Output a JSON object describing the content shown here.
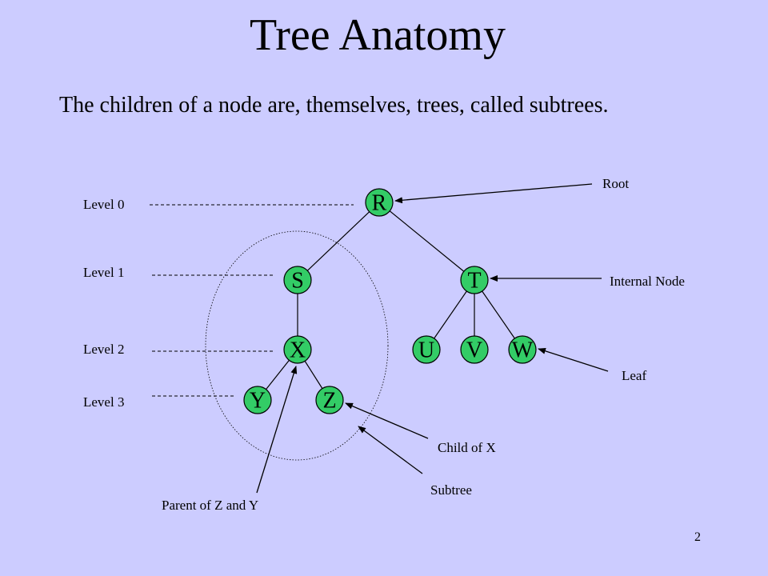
{
  "slide": {
    "title": "Tree Anatomy",
    "subtitle": "The children of a node are, themselves, trees, called subtrees.",
    "page_number": "2"
  },
  "colors": {
    "background": "#ccccff",
    "node_fill": "#33cc66"
  },
  "tree": {
    "nodes": {
      "r": "R",
      "s": "S",
      "t": "T",
      "x": "X",
      "u": "U",
      "v": "V",
      "w": "W",
      "y": "Y",
      "z": "Z"
    },
    "edges": [
      [
        "R",
        "S"
      ],
      [
        "R",
        "T"
      ],
      [
        "S",
        "X"
      ],
      [
        "X",
        "Y"
      ],
      [
        "X",
        "Z"
      ],
      [
        "T",
        "U"
      ],
      [
        "T",
        "V"
      ],
      [
        "T",
        "W"
      ]
    ]
  },
  "levels": [
    "Level 0",
    "Level 1",
    "Level 2",
    "Level 3"
  ],
  "annotations": {
    "root": "Root",
    "internal_node": "Internal Node",
    "leaf": "Leaf",
    "child_of_x": "Child of X",
    "subtree": "Subtree",
    "parent_of_z_and_y": "Parent of Z and Y"
  }
}
